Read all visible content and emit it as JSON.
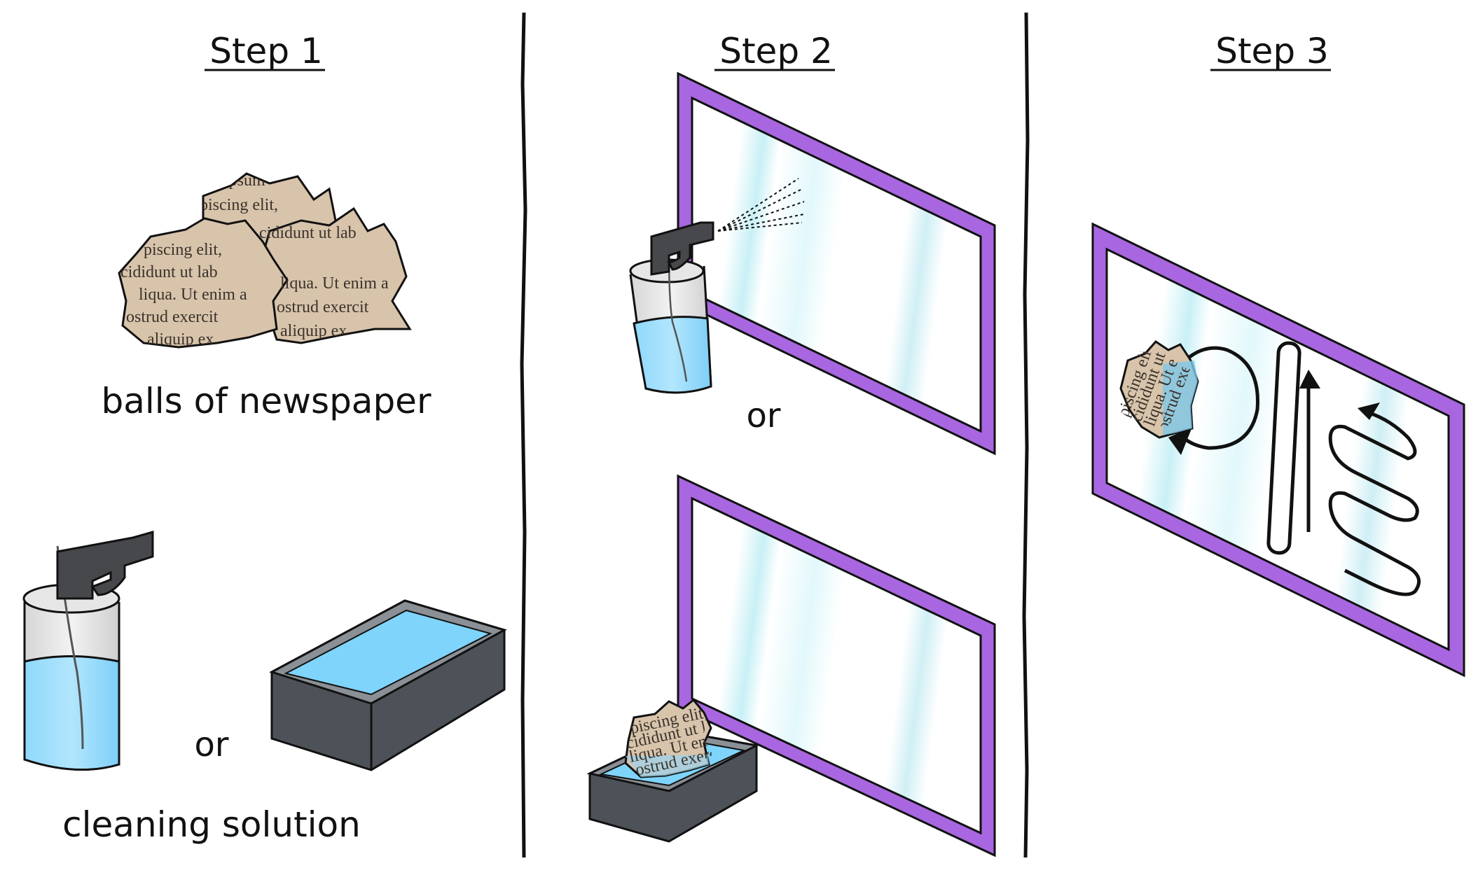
{
  "steps": [
    {
      "title": "Step 1"
    },
    {
      "title": "Step 2"
    },
    {
      "title": "Step 3"
    }
  ],
  "step1": {
    "newspaper_label": "balls of newspaper",
    "or_label": "or",
    "solution_label": "cleaning solution"
  },
  "step2": {
    "or_label": "or"
  },
  "newspaper_text": [
    "ipsum",
    "piscing elit,",
    "cididunt ut lab",
    "liqua. Ut enim a",
    "ostrud exercit",
    "aliquip ex"
  ],
  "colors": {
    "frame": "#a867e0",
    "water": "#7fd4fb",
    "tray": "#4d5258",
    "sprayer_head": "#46484c",
    "newspaper": "#d8c4ab",
    "divider": "#111111"
  }
}
